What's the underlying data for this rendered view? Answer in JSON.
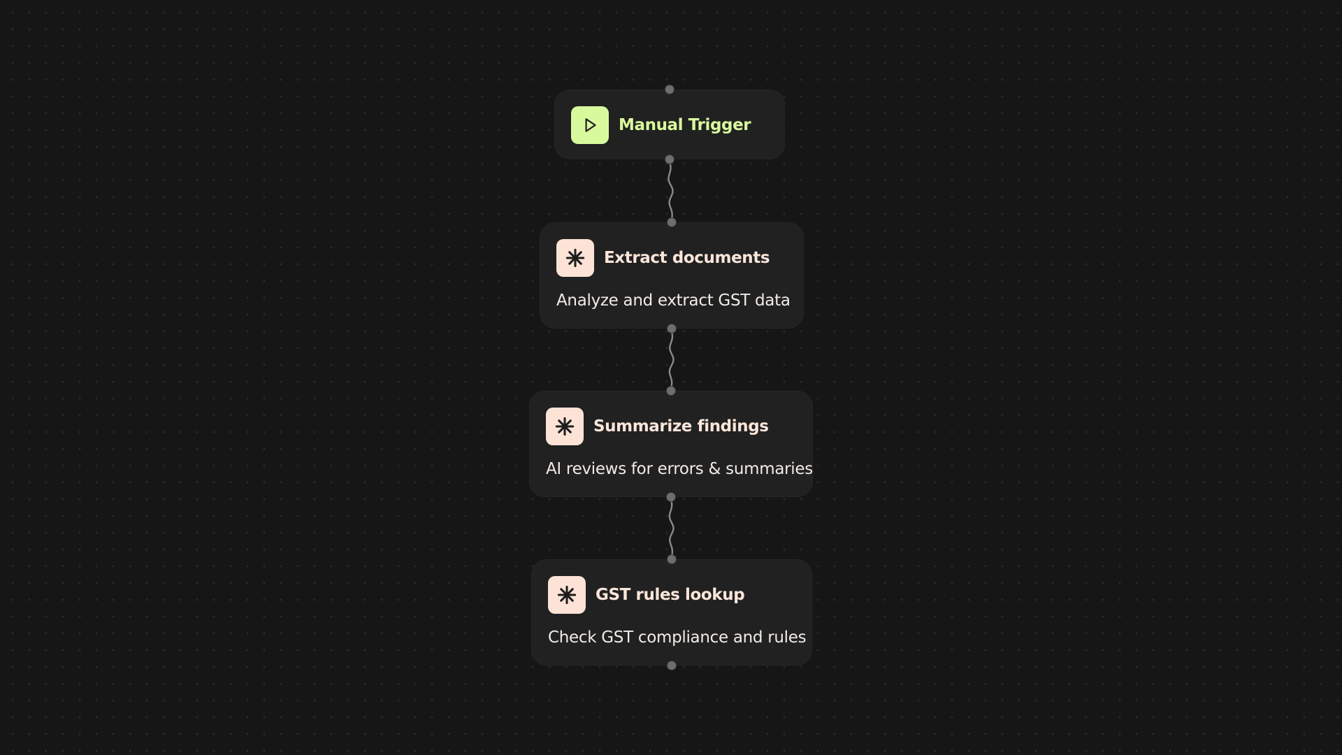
{
  "nodes": [
    {
      "id": "trigger",
      "title": "Manual Trigger",
      "description": "",
      "icon": "play-icon",
      "icon_bg": "#d9f99d",
      "title_color": "#d9f99d"
    },
    {
      "id": "extract",
      "title": "Extract documents",
      "description": "Analyze and extract GST data",
      "icon": "asterisk-icon",
      "icon_bg": "#fde3d6",
      "title_color": "#fbe6da"
    },
    {
      "id": "summarize",
      "title": "Summarize findings",
      "description": "AI reviews for errors & summaries",
      "icon": "asterisk-icon",
      "icon_bg": "#fde3d6",
      "title_color": "#fbe6da"
    },
    {
      "id": "lookup",
      "title": "GST rules lookup",
      "description": "Check GST compliance and rules",
      "icon": "asterisk-icon",
      "icon_bg": "#fde3d6",
      "title_color": "#fbe6da"
    }
  ],
  "edges": [
    {
      "from": "trigger",
      "to": "extract"
    },
    {
      "from": "extract",
      "to": "summarize"
    },
    {
      "from": "summarize",
      "to": "lookup"
    }
  ],
  "colors": {
    "background": "#161616",
    "node_bg": "#212121",
    "wire": "#8a8a8a",
    "port": "#6e6e6e",
    "icon_glyph": "#1c1c1c"
  }
}
